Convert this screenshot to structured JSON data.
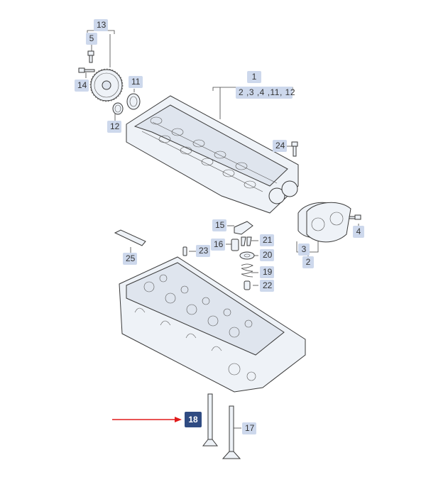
{
  "callouts": {
    "c13": "13",
    "c5": "5",
    "c14": "14",
    "c11": "11",
    "c12": "12",
    "c1": "1",
    "c1sub": "2 ,3 ,4 ,11, 12",
    "c24": "24",
    "c15": "15",
    "c16": "16",
    "c21": "21",
    "c20": "20",
    "c19": "19",
    "c22": "22",
    "c23": "23",
    "c25": "25",
    "c3": "3",
    "c2": "2",
    "c4": "4",
    "c18": "18",
    "c17": "17"
  },
  "colors": {
    "callout_light": "#cdd8ec",
    "callout_highlight": "#2f4b82",
    "pointer_arrow": "#e11b1b"
  },
  "highlighted_part": "18"
}
